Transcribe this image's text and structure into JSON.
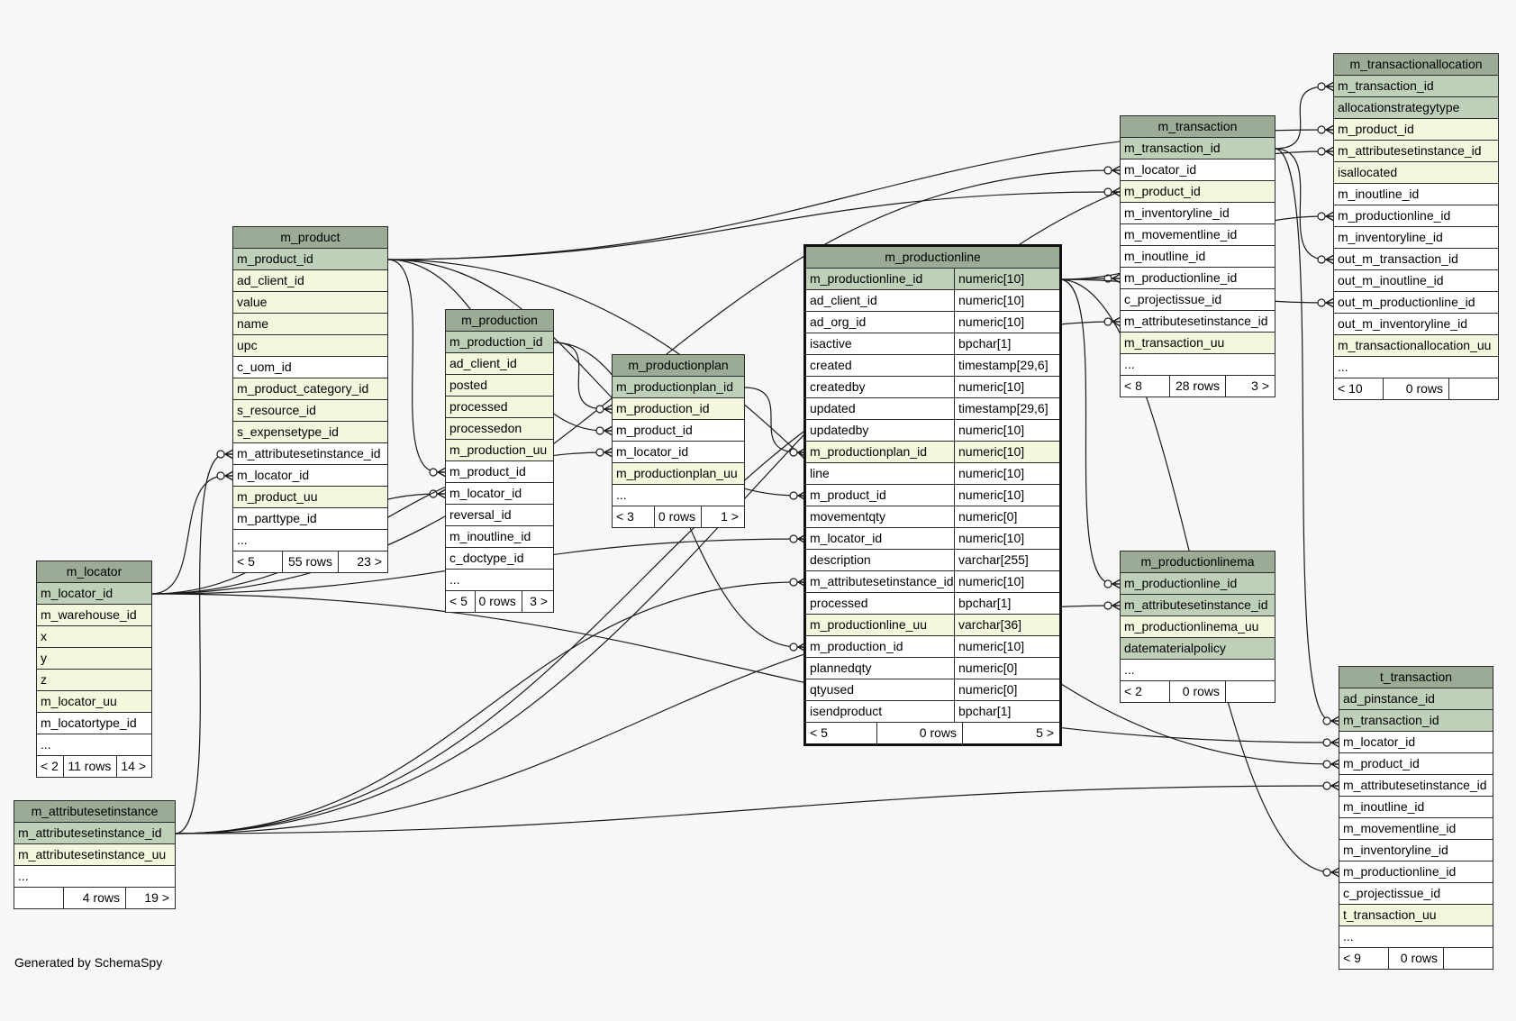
{
  "footer": {
    "generated_by": "Generated by SchemaSpy"
  },
  "tables": {
    "m_product": {
      "name": "m_product",
      "columns": [
        {
          "name": "m_product_id",
          "kind": "pk"
        },
        {
          "name": "ad_client_id",
          "kind": "idx"
        },
        {
          "name": "value",
          "kind": "idx"
        },
        {
          "name": "name",
          "kind": "idx"
        },
        {
          "name": "upc",
          "kind": "idx"
        },
        {
          "name": "c_uom_id",
          "kind": "plain"
        },
        {
          "name": "m_product_category_id",
          "kind": "idx"
        },
        {
          "name": "s_resource_id",
          "kind": "idx"
        },
        {
          "name": "s_expensetype_id",
          "kind": "idx"
        },
        {
          "name": "m_attributesetinstance_id",
          "kind": "plain"
        },
        {
          "name": "m_locator_id",
          "kind": "plain"
        },
        {
          "name": "m_product_uu",
          "kind": "idx"
        },
        {
          "name": "m_parttype_id",
          "kind": "plain"
        },
        {
          "name": "...",
          "kind": "plain"
        }
      ],
      "footer": {
        "parents": "< 5",
        "rows": "55 rows",
        "children": "23 >"
      }
    },
    "m_production": {
      "name": "m_production",
      "columns": [
        {
          "name": "m_production_id",
          "kind": "pk"
        },
        {
          "name": "ad_client_id",
          "kind": "idx"
        },
        {
          "name": "posted",
          "kind": "idx"
        },
        {
          "name": "processed",
          "kind": "idx"
        },
        {
          "name": "processedon",
          "kind": "idx"
        },
        {
          "name": "m_production_uu",
          "kind": "idx"
        },
        {
          "name": "m_product_id",
          "kind": "plain"
        },
        {
          "name": "m_locator_id",
          "kind": "plain"
        },
        {
          "name": "reversal_id",
          "kind": "plain"
        },
        {
          "name": "m_inoutline_id",
          "kind": "plain"
        },
        {
          "name": "c_doctype_id",
          "kind": "plain"
        },
        {
          "name": "...",
          "kind": "plain"
        }
      ],
      "footer": {
        "parents": "< 5",
        "rows": "0 rows",
        "children": "3 >"
      }
    },
    "m_productionplan": {
      "name": "m_productionplan",
      "columns": [
        {
          "name": "m_productionplan_id",
          "kind": "pk"
        },
        {
          "name": "m_production_id",
          "kind": "idx"
        },
        {
          "name": "m_product_id",
          "kind": "plain"
        },
        {
          "name": "m_locator_id",
          "kind": "plain"
        },
        {
          "name": "m_productionplan_uu",
          "kind": "idx"
        },
        {
          "name": "...",
          "kind": "plain"
        }
      ],
      "footer": {
        "parents": "< 3",
        "rows": "0 rows",
        "children": "1 >"
      }
    },
    "m_locator": {
      "name": "m_locator",
      "columns": [
        {
          "name": "m_locator_id",
          "kind": "pk"
        },
        {
          "name": "m_warehouse_id",
          "kind": "idx"
        },
        {
          "name": "x",
          "kind": "idx"
        },
        {
          "name": "y",
          "kind": "idx"
        },
        {
          "name": "z",
          "kind": "idx"
        },
        {
          "name": "m_locator_uu",
          "kind": "idx"
        },
        {
          "name": "m_locatortype_id",
          "kind": "plain"
        },
        {
          "name": "...",
          "kind": "plain"
        }
      ],
      "footer": {
        "parents": "< 2",
        "rows": "11 rows",
        "children": "14 >"
      }
    },
    "m_attributesetinstance": {
      "name": "m_attributesetinstance",
      "columns": [
        {
          "name": "m_attributesetinstance_id",
          "kind": "pk"
        },
        {
          "name": "m_attributesetinstance_uu",
          "kind": "idx"
        },
        {
          "name": "...",
          "kind": "plain"
        }
      ],
      "footer": {
        "parents": "",
        "rows": "4 rows",
        "children": "19 >"
      }
    },
    "m_productionline": {
      "name": "m_productionline",
      "columns": [
        {
          "name": "m_productionline_id",
          "type": "numeric[10]",
          "kind": "pk"
        },
        {
          "name": "ad_client_id",
          "type": "numeric[10]",
          "kind": "plain"
        },
        {
          "name": "ad_org_id",
          "type": "numeric[10]",
          "kind": "plain"
        },
        {
          "name": "isactive",
          "type": "bpchar[1]",
          "kind": "plain"
        },
        {
          "name": "created",
          "type": "timestamp[29,6]",
          "kind": "plain"
        },
        {
          "name": "createdby",
          "type": "numeric[10]",
          "kind": "plain"
        },
        {
          "name": "updated",
          "type": "timestamp[29,6]",
          "kind": "plain"
        },
        {
          "name": "updatedby",
          "type": "numeric[10]",
          "kind": "plain"
        },
        {
          "name": "m_productionplan_id",
          "type": "numeric[10]",
          "kind": "idx"
        },
        {
          "name": "line",
          "type": "numeric[10]",
          "kind": "plain"
        },
        {
          "name": "m_product_id",
          "type": "numeric[10]",
          "kind": "plain"
        },
        {
          "name": "movementqty",
          "type": "numeric[0]",
          "kind": "plain"
        },
        {
          "name": "m_locator_id",
          "type": "numeric[10]",
          "kind": "plain"
        },
        {
          "name": "description",
          "type": "varchar[255]",
          "kind": "plain"
        },
        {
          "name": "m_attributesetinstance_id",
          "type": "numeric[10]",
          "kind": "plain"
        },
        {
          "name": "processed",
          "type": "bpchar[1]",
          "kind": "plain"
        },
        {
          "name": "m_productionline_uu",
          "type": "varchar[36]",
          "kind": "idx"
        },
        {
          "name": "m_production_id",
          "type": "numeric[10]",
          "kind": "plain"
        },
        {
          "name": "plannedqty",
          "type": "numeric[0]",
          "kind": "plain"
        },
        {
          "name": "qtyused",
          "type": "numeric[0]",
          "kind": "plain"
        },
        {
          "name": "isendproduct",
          "type": "bpchar[1]",
          "kind": "plain"
        }
      ],
      "footer": {
        "parents": "< 5",
        "rows": "0 rows",
        "children": "5 >"
      }
    },
    "m_transaction": {
      "name": "m_transaction",
      "columns": [
        {
          "name": "m_transaction_id",
          "kind": "pk"
        },
        {
          "name": "m_locator_id",
          "kind": "plain"
        },
        {
          "name": "m_product_id",
          "kind": "idx"
        },
        {
          "name": "m_inventoryline_id",
          "kind": "plain"
        },
        {
          "name": "m_movementline_id",
          "kind": "plain"
        },
        {
          "name": "m_inoutline_id",
          "kind": "plain"
        },
        {
          "name": "m_productionline_id",
          "kind": "plain"
        },
        {
          "name": "c_projectissue_id",
          "kind": "plain"
        },
        {
          "name": "m_attributesetinstance_id",
          "kind": "plain"
        },
        {
          "name": "m_transaction_uu",
          "kind": "idx"
        },
        {
          "name": "...",
          "kind": "plain"
        }
      ],
      "footer": {
        "parents": "< 8",
        "rows": "28 rows",
        "children": "3 >"
      }
    },
    "m_transactionallocation": {
      "name": "m_transactionallocation",
      "columns": [
        {
          "name": "m_transaction_id",
          "kind": "pk"
        },
        {
          "name": "allocationstrategytype",
          "kind": "pk"
        },
        {
          "name": "m_product_id",
          "kind": "idx"
        },
        {
          "name": "m_attributesetinstance_id",
          "kind": "idx"
        },
        {
          "name": "isallocated",
          "kind": "idx"
        },
        {
          "name": "m_inoutline_id",
          "kind": "plain"
        },
        {
          "name": "m_productionline_id",
          "kind": "plain"
        },
        {
          "name": "m_inventoryline_id",
          "kind": "plain"
        },
        {
          "name": "out_m_transaction_id",
          "kind": "plain"
        },
        {
          "name": "out_m_inoutline_id",
          "kind": "plain"
        },
        {
          "name": "out_m_productionline_id",
          "kind": "plain"
        },
        {
          "name": "out_m_inventoryline_id",
          "kind": "plain"
        },
        {
          "name": "m_transactionallocation_uu",
          "kind": "idx"
        },
        {
          "name": "...",
          "kind": "plain"
        }
      ],
      "footer": {
        "parents": "< 10",
        "rows": "0 rows",
        "children": ""
      }
    },
    "m_productionlinema": {
      "name": "m_productionlinema",
      "columns": [
        {
          "name": "m_productionline_id",
          "kind": "pk"
        },
        {
          "name": "m_attributesetinstance_id",
          "kind": "pk"
        },
        {
          "name": "m_productionlinema_uu",
          "kind": "idx"
        },
        {
          "name": "datematerialpolicy",
          "kind": "pk"
        },
        {
          "name": "...",
          "kind": "plain"
        }
      ],
      "footer": {
        "parents": "< 2",
        "rows": "0 rows",
        "children": ""
      }
    },
    "t_transaction": {
      "name": "t_transaction",
      "columns": [
        {
          "name": "ad_pinstance_id",
          "kind": "pk"
        },
        {
          "name": "m_transaction_id",
          "kind": "pk"
        },
        {
          "name": "m_locator_id",
          "kind": "plain"
        },
        {
          "name": "m_product_id",
          "kind": "plain"
        },
        {
          "name": "m_attributesetinstance_id",
          "kind": "plain"
        },
        {
          "name": "m_inoutline_id",
          "kind": "plain"
        },
        {
          "name": "m_movementline_id",
          "kind": "plain"
        },
        {
          "name": "m_inventoryline_id",
          "kind": "plain"
        },
        {
          "name": "m_productionline_id",
          "kind": "plain"
        },
        {
          "name": "c_projectissue_id",
          "kind": "plain"
        },
        {
          "name": "t_transaction_uu",
          "kind": "idx"
        },
        {
          "name": "...",
          "kind": "plain"
        }
      ],
      "footer": {
        "parents": "< 9",
        "rows": "0 rows",
        "children": ""
      }
    }
  },
  "relationships": [
    {
      "from": "m_production.m_product_id",
      "to": "m_product.m_product_id"
    },
    {
      "from": "m_productionplan.m_product_id",
      "to": "m_product.m_product_id"
    },
    {
      "from": "m_productionline.m_product_id",
      "to": "m_product.m_product_id"
    },
    {
      "from": "m_transaction.m_product_id",
      "to": "m_product.m_product_id"
    },
    {
      "from": "m_transactionallocation.m_product_id",
      "to": "m_product.m_product_id"
    },
    {
      "from": "t_transaction.m_product_id",
      "to": "m_product.m_product_id"
    },
    {
      "from": "m_product.m_locator_id",
      "to": "m_locator.m_locator_id"
    },
    {
      "from": "m_production.m_locator_id",
      "to": "m_locator.m_locator_id"
    },
    {
      "from": "m_productionplan.m_locator_id",
      "to": "m_locator.m_locator_id"
    },
    {
      "from": "m_productionline.m_locator_id",
      "to": "m_locator.m_locator_id"
    },
    {
      "from": "m_transaction.m_locator_id",
      "to": "m_locator.m_locator_id"
    },
    {
      "from": "t_transaction.m_locator_id",
      "to": "m_locator.m_locator_id"
    },
    {
      "from": "m_product.m_attributesetinstance_id",
      "to": "m_attributesetinstance.m_attributesetinstance_id"
    },
    {
      "from": "m_productionline.m_attributesetinstance_id",
      "to": "m_attributesetinstance.m_attributesetinstance_id"
    },
    {
      "from": "m_productionlinema.m_attributesetinstance_id",
      "to": "m_attributesetinstance.m_attributesetinstance_id"
    },
    {
      "from": "m_transaction.m_attributesetinstance_id",
      "to": "m_attributesetinstance.m_attributesetinstance_id"
    },
    {
      "from": "m_transactionallocation.m_attributesetinstance_id",
      "to": "m_attributesetinstance.m_attributesetinstance_id"
    },
    {
      "from": "t_transaction.m_attributesetinstance_id",
      "to": "m_attributesetinstance.m_attributesetinstance_id"
    },
    {
      "from": "m_productionplan.m_production_id",
      "to": "m_production.m_production_id"
    },
    {
      "from": "m_productionline.m_production_id",
      "to": "m_production.m_production_id"
    },
    {
      "from": "m_productionline.m_productionplan_id",
      "to": "m_productionplan.m_productionplan_id"
    },
    {
      "from": "m_transaction.m_productionline_id",
      "to": "m_productionline.m_productionline_id"
    },
    {
      "from": "m_productionlinema.m_productionline_id",
      "to": "m_productionline.m_productionline_id"
    },
    {
      "from": "m_transactionallocation.m_productionline_id",
      "to": "m_productionline.m_productionline_id"
    },
    {
      "from": "m_transactionallocation.out_m_productionline_id",
      "to": "m_productionline.m_productionline_id"
    },
    {
      "from": "t_transaction.m_productionline_id",
      "to": "m_productionline.m_productionline_id"
    },
    {
      "from": "m_transactionallocation.m_transaction_id",
      "to": "m_transaction.m_transaction_id"
    },
    {
      "from": "m_transactionallocation.out_m_transaction_id",
      "to": "m_transaction.m_transaction_id"
    },
    {
      "from": "t_transaction.m_transaction_id",
      "to": "m_transaction.m_transaction_id"
    }
  ]
}
